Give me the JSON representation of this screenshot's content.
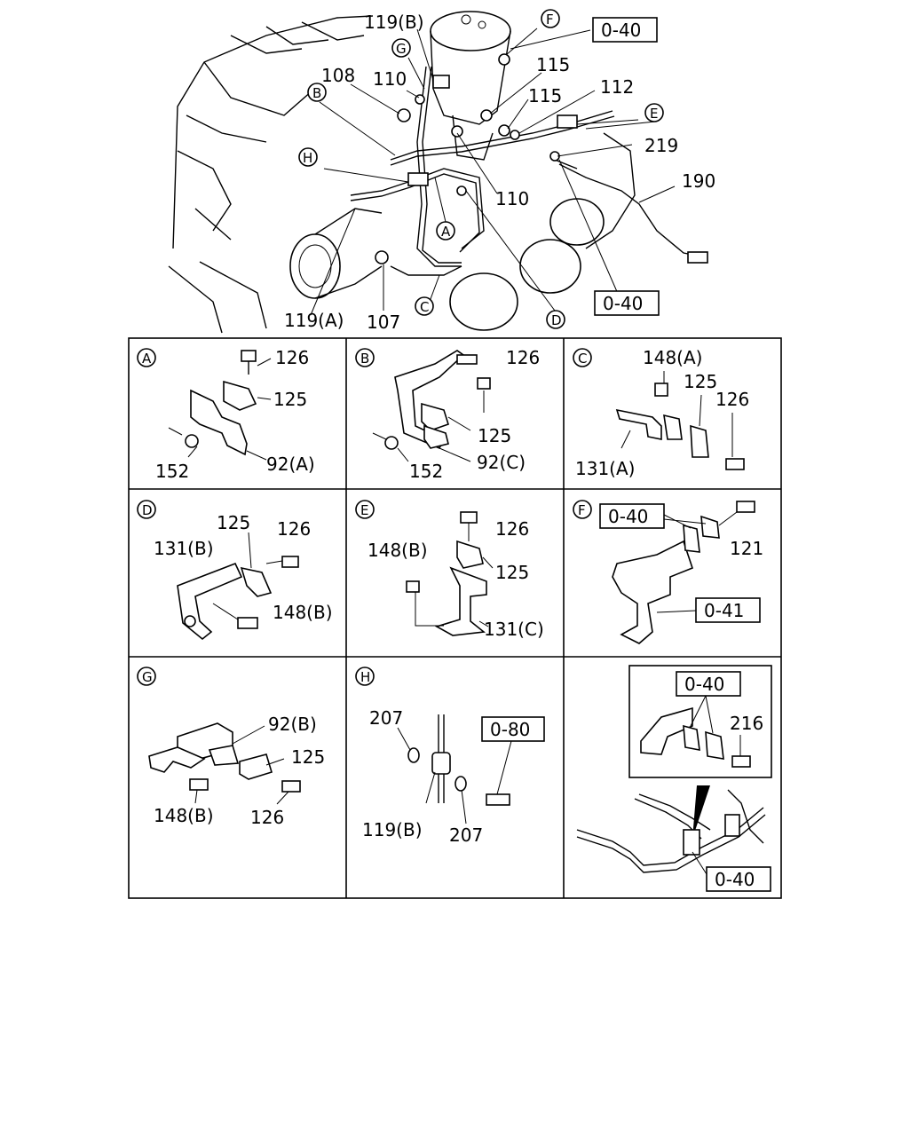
{
  "main_callouts": {
    "p119b": "119(B)",
    "p108": "108",
    "p110a": "110",
    "p115a": "115",
    "p115b": "115",
    "p112": "112",
    "p219": "219",
    "p190": "190",
    "p110b": "110",
    "p119a": "119(A)",
    "p107": "107",
    "ref040_top": "0-40",
    "ref040_mid": "0-40"
  },
  "circle_refs": {
    "F": "F",
    "G": "G",
    "B": "B",
    "H": "H",
    "E": "E",
    "A": "A",
    "C": "C",
    "D": "D"
  },
  "panels": {
    "A": {
      "letter": "A",
      "labels": [
        "126",
        "125",
        "152",
        "92(A)"
      ]
    },
    "B": {
      "letter": "B",
      "labels": [
        "126",
        "125",
        "152",
        "92(C)"
      ]
    },
    "C": {
      "letter": "C",
      "labels": [
        "148(A)",
        "125",
        "126",
        "131(A)"
      ]
    },
    "D": {
      "letter": "D",
      "labels": [
        "125",
        "126",
        "131(B)",
        "148(B)"
      ]
    },
    "E": {
      "letter": "E",
      "labels": [
        "126",
        "148(B)",
        "125",
        "131(C)"
      ]
    },
    "F": {
      "letter": "F",
      "labels": [
        "0-40",
        "121",
        "0-41"
      ]
    },
    "G": {
      "letter": "G",
      "labels": [
        "92(B)",
        "125",
        "148(B)",
        "126"
      ]
    },
    "H": {
      "letter": "H",
      "labels": [
        "207",
        "0-80",
        "119(B)",
        "207"
      ]
    },
    "detail": {
      "labels": [
        "0-40",
        "216",
        "0-40"
      ]
    }
  }
}
